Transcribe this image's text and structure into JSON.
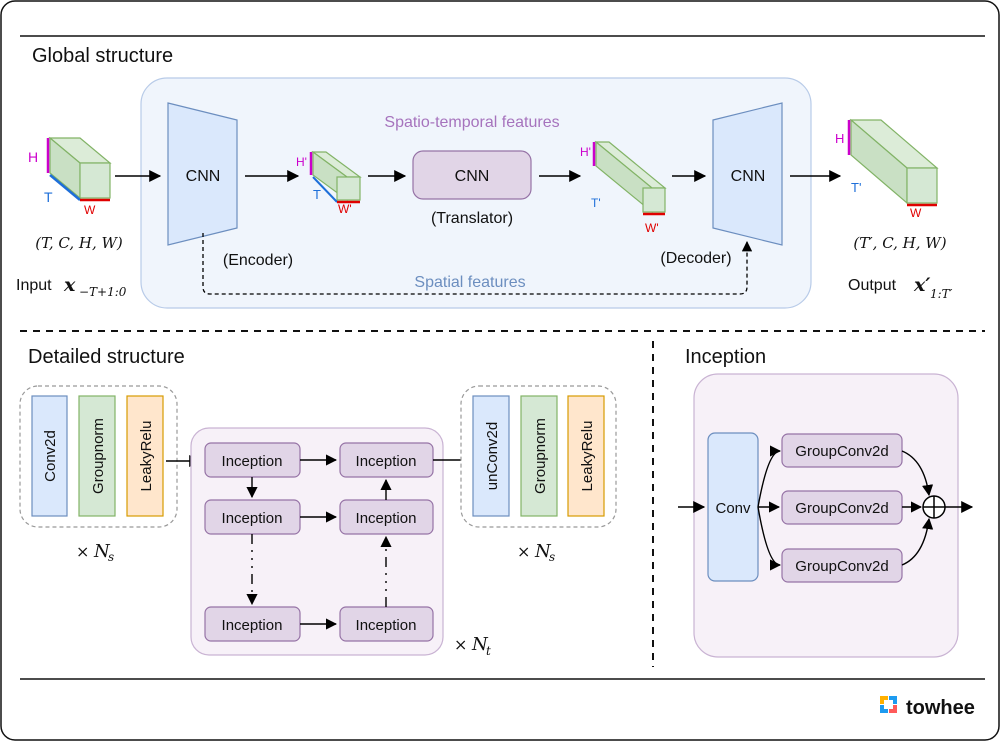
{
  "sections": {
    "global": "Global structure",
    "detailed": "Detailed structure",
    "inception": "Inception"
  },
  "global": {
    "spatio_temporal": "Spatio-temporal features",
    "spatial": "Spatial features",
    "cnn": "CNN",
    "encoder": "(Encoder)",
    "translator": "(Translator)",
    "decoder": "(Decoder)",
    "input_shape": "(T, C, H, W)",
    "output_shape": "(T′, C, H, W)",
    "input_label": "Input",
    "output_label": "Output",
    "input_var": "x",
    "input_sub": "−T+1:0",
    "output_var": "x′",
    "output_sub": "1:T′",
    "dims": {
      "H": "H",
      "T": "T",
      "W": "W",
      "Hp": "H'",
      "Tp": "T'",
      "Wp": "W'"
    }
  },
  "detailed": {
    "enc_blocks": [
      "Conv2d",
      "Groupnorm",
      "LeakyRelu"
    ],
    "dec_blocks": [
      "unConv2d",
      "Groupnorm",
      "LeakyRelu"
    ],
    "inception": "Inception",
    "times": "×",
    "ns_var": "N",
    "ns_sub": "s",
    "nt_var": "N",
    "nt_sub": "t"
  },
  "inception_panel": {
    "conv": "Conv",
    "group": "GroupConv2d"
  },
  "brand": "towhee",
  "colors": {
    "blue_fill": "#dae8fc",
    "blue_stroke": "#6c8ebf",
    "green_fill": "#d5e8d4",
    "green_stroke": "#82b366",
    "orange_fill": "#ffe6cc",
    "orange_stroke": "#d79b00",
    "purple_fill": "#e1d5e7",
    "purple_stroke": "#9673a6",
    "panel_blue": "#f0f5fc",
    "panel_purple": "#f7f1f8",
    "h_color": "#cc00cc",
    "t_color": "#1e6fd9",
    "w_color": "#e00000",
    "spatio_text": "#a673bd",
    "spatial_text": "#6c8ebf"
  }
}
